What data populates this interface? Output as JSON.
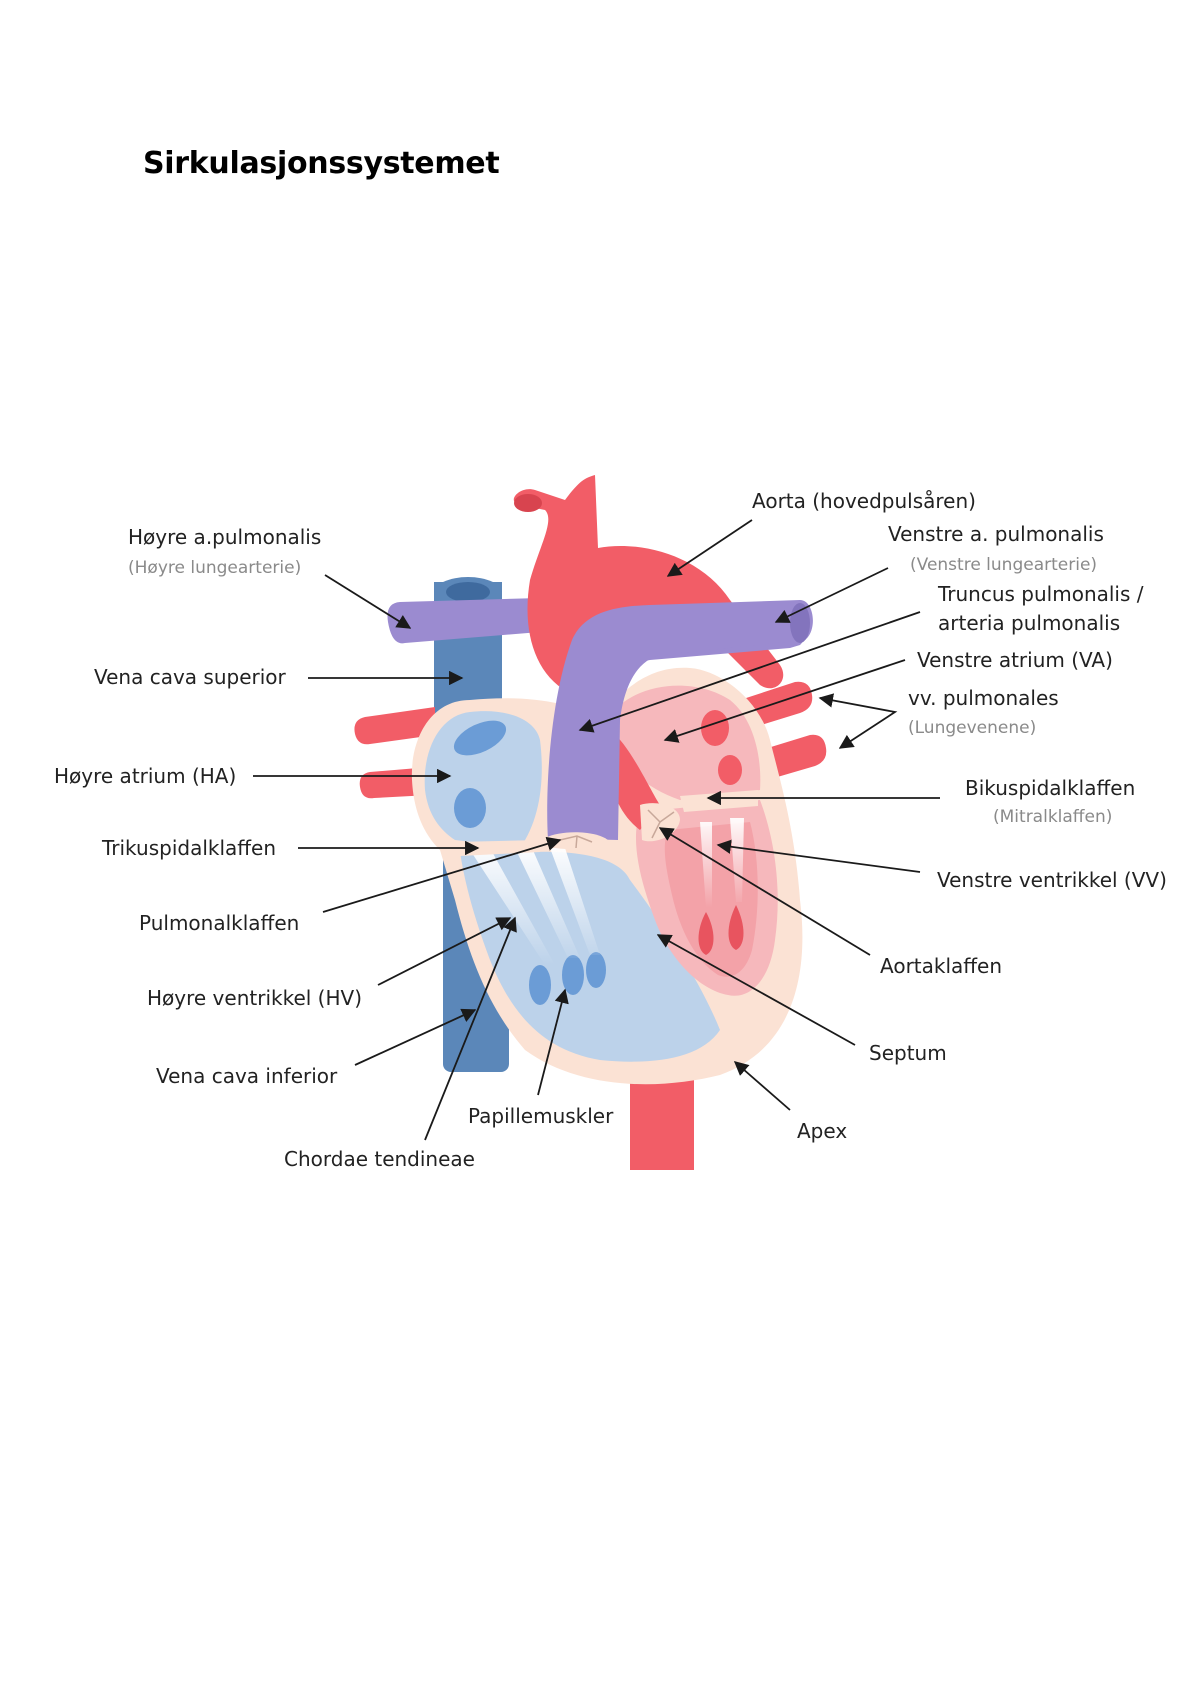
{
  "page": {
    "title": "Sirkulasjonssystemet"
  },
  "colors": {
    "artery_red": "#f25d67",
    "artery_dark": "#d8444f",
    "vein_blue": "#5b87b9",
    "vein_dark": "#3f6a9e",
    "pulmonary_purple": "#9b8bd0",
    "right_heart_blue": "#bcd2ea",
    "left_heart_pink": "#f6b8bc",
    "heart_wall": "#fbe2d4",
    "papillary_blue": "#6b9cd6",
    "papillary_red": "#e8545f"
  },
  "labels": {
    "aorta": "Aorta (hovedpulsåren)",
    "venstre_a_pulmonalis": "Venstre a. pulmonalis",
    "venstre_a_pulmonalis_sub": "(Venstre lungearterie)",
    "hoyre_a_pulmonalis": "Høyre a.pulmonalis",
    "hoyre_a_pulmonalis_sub": "(Høyre lungearterie)",
    "truncus_1": "Truncus pulmonalis /",
    "truncus_2": "arteria pulmonalis",
    "vena_cava_superior": "Vena cava superior",
    "venstre_atrium": "Venstre atrium (VA)",
    "vv_pulmonales": "vv. pulmonales",
    "vv_pulmonales_sub": "(Lungevenene)",
    "hoyre_atrium": "Høyre atrium (HA)",
    "bikuspidalklaffen": "Bikuspidalklaffen",
    "bikuspidalklaffen_sub": "(Mitralklaffen)",
    "trikuspidalklaffen": "Trikuspidalklaffen",
    "venstre_ventrikkel": "Venstre ventrikkel (VV)",
    "pulmonalklaffen": "Pulmonalklaffen",
    "aortaklaffen": "Aortaklaffen",
    "hoyre_ventrikkel": "Høyre ventrikkel (HV)",
    "septum": "Septum",
    "vena_cava_inferior": "Vena cava inferior",
    "papillemuskler": "Papillemuskler",
    "apex": "Apex",
    "chordae_tendineae": "Chordae tendineae"
  }
}
